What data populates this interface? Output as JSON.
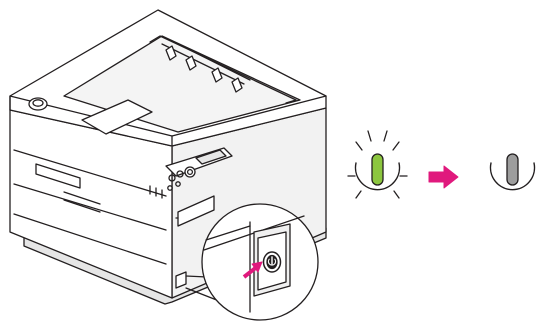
{
  "illustration": {
    "subject": "printer-power-off-instruction",
    "icons": [
      "printer-illustration",
      "power-switch-zoom-callout",
      "power-indicator-lit-icon",
      "arrow-right-icon",
      "power-indicator-off-icon"
    ],
    "colors": {
      "outline": "#231f20",
      "printer_body": "#ffffff",
      "printer_shade": "#e6e6e6",
      "indicator_on": "#8cc63f",
      "indicator_off": "#9d9d9d",
      "arrow": "#e0197d"
    }
  }
}
